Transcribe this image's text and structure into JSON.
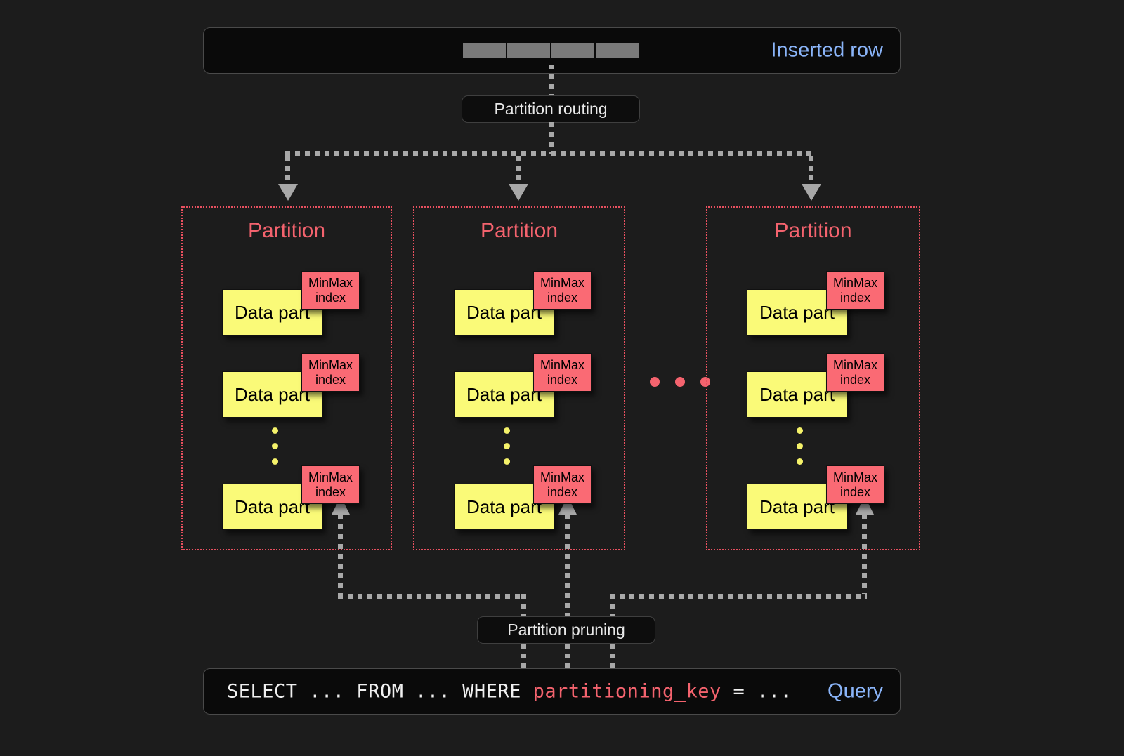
{
  "diagram": {
    "title_top": "Inserted row",
    "title_bottom": "Query",
    "routing_label": "Partition routing",
    "pruning_label": "Partition pruning",
    "partition_label": "Partition",
    "data_part_label": "Data part",
    "minmax_line1": "MinMax",
    "minmax_line2": "index",
    "inserted_row_cell_count": 4,
    "query": {
      "prefix": "SELECT ... FROM ... WHERE ",
      "highlight": "partitioning_key",
      "suffix": " = ..."
    },
    "partitions": [
      {
        "name": "Partition",
        "parts": [
          {
            "label": "Data part",
            "index_line1": "MinMax",
            "index_line2": "index"
          },
          {
            "label": "Data part",
            "index_line1": "MinMax",
            "index_line2": "index"
          },
          {
            "label": "Data part",
            "index_line1": "MinMax",
            "index_line2": "index"
          }
        ]
      },
      {
        "name": "Partition",
        "parts": [
          {
            "label": "Data part",
            "index_line1": "MinMax",
            "index_line2": "index"
          },
          {
            "label": "Data part",
            "index_line1": "MinMax",
            "index_line2": "index"
          },
          {
            "label": "Data part",
            "index_line1": "MinMax",
            "index_line2": "index"
          }
        ]
      },
      {
        "name": "Partition",
        "parts": [
          {
            "label": "Data part",
            "index_line1": "MinMax",
            "index_line2": "index"
          },
          {
            "label": "Data part",
            "index_line1": "MinMax",
            "index_line2": "index"
          },
          {
            "label": "Data part",
            "index_line1": "MinMax",
            "index_line2": "index"
          }
        ]
      }
    ],
    "ellipsis_between_partitions": "...",
    "ellipsis_within_partition": "...",
    "colors": {
      "background": "#1c1c1c",
      "accent_blue": "#8ab4f8",
      "partition_red": "#f4636e",
      "minmax_red": "#fa6a74",
      "data_part_yellow": "#fafa78",
      "connector_gray": "#a8a8a8",
      "bar_fill": "#0a0a0a"
    }
  }
}
